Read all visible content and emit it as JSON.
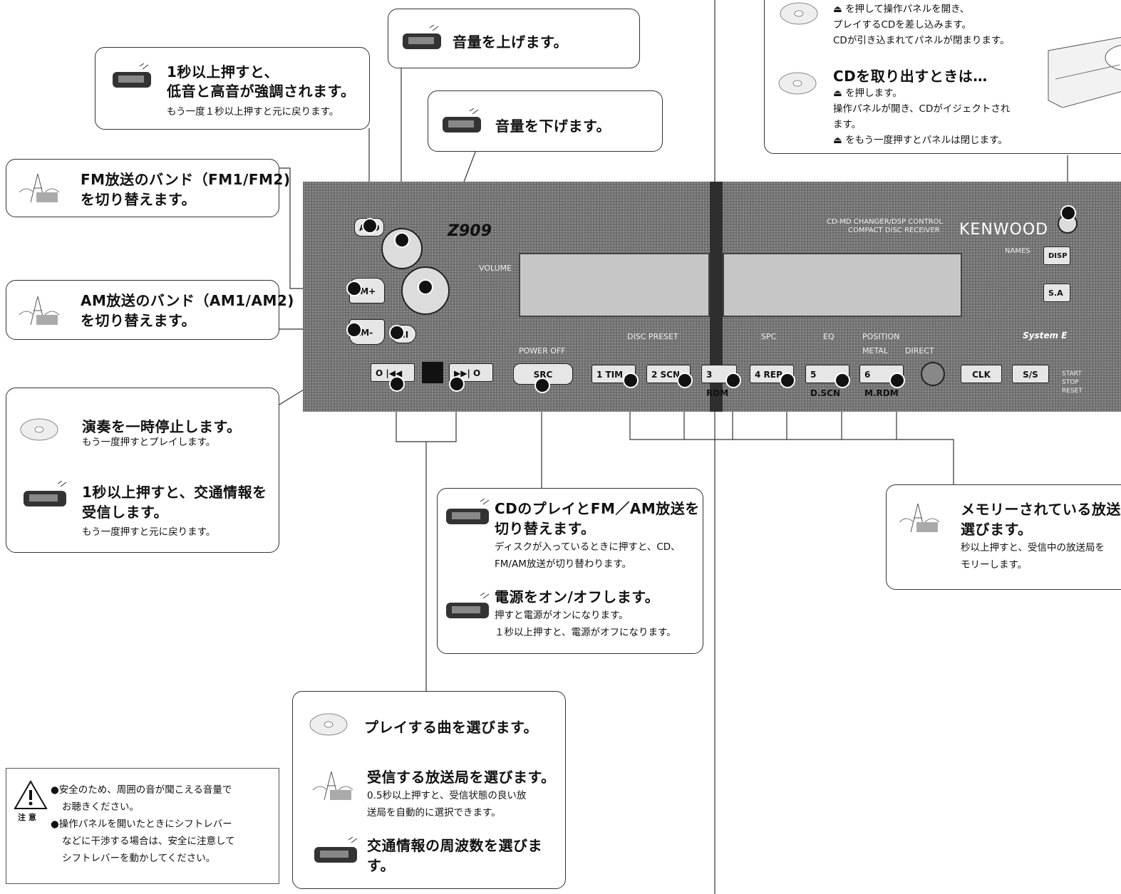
{
  "callouts": {
    "volume_up": {
      "title": "音量を上げます。"
    },
    "volume_down": {
      "title": "音量を下げます。"
    },
    "aud": {
      "title1": "1秒以上押すと、",
      "title2": "低音と高音が強調されます。",
      "note": "もう一度１秒以上押すと元に戻ります。"
    },
    "fm_band": {
      "line1": "FM放送のバンド（FM1/FM2)",
      "line2": "を切り替えます。"
    },
    "am_band": {
      "line1": "AM放送のバンド（AM1/AM2)",
      "line2": "を切り替えます。"
    },
    "pause": {
      "title": "演奏を一時停止します。",
      "note": "もう一度押すとプレイします。",
      "ti_title1": "1秒以上押すと、交通情報を",
      "ti_title2": "受信します。",
      "ti_note": "もう一度押すと元に戻ります。"
    },
    "src": {
      "title1": "CDのプレイとFM／AM放送を",
      "title2": "切り替えます。",
      "note1": "ディスクが入っているときに押すと、CD、",
      "note2": "FM/AM放送が切り替わります。",
      "power_title": "電源をオン/オフします。",
      "power_note1": "押すと電源がオンになります。",
      "power_note2": "１秒以上押すと、電源がオフになります。"
    },
    "track": {
      "cd": "プレイする曲を選びます。",
      "tuner_title": "受信する放送局を選びます。",
      "tuner_note1": "0.5秒以上押すと、受信状態の良い放",
      "tuner_note2": "送局を自動的に選択できます。",
      "ti_title1": "交通情報の周波数を選びま",
      "ti_title2": "す。"
    },
    "eject": {
      "line1": "を押して操作パネルを開き、",
      "line2": "プレイするCDを差し込みます。",
      "line3": "CDが引き込まれてパネルが閉まります。",
      "title": "CDを取り出すときは…",
      "n1": "を押します。",
      "n2": "操作パネルが開き、CDがイジェクトされ",
      "n3": "ます。",
      "n4": "をもう一度押すとパネルは閉じます。"
    },
    "preset": {
      "title1": "メモリーされている放送",
      "title2": "選びます。",
      "note1": "秒以上押すと、受信中の放送局を",
      "note2": "モリーします。"
    }
  },
  "caution": {
    "label": "注 意",
    "l1": "●安全のため、周囲の音が聞こえる音量で",
    "l2": "お聴きください。",
    "l3": "●操作パネルを開いたときにシフトレバー",
    "l4": "などに干渉する場合は、安全に注意して",
    "l5": "シフトレバーを動かしてください。"
  },
  "panel": {
    "brand": "KENWOOD",
    "model": "Z909",
    "small_title1": "CD-MD CHANGER/DSP CONTROL",
    "small_title2": "COMPACT DISC RECEIVER",
    "buttons": {
      "aud": "AUD",
      "fm": "FM+",
      "am": "AM-",
      "pause": "▶II",
      "prev": "O |◀◀",
      "next": "▶▶| O",
      "src": "SRC",
      "clk": "CLK",
      "ss": "S/S",
      "disp": "DISP",
      "sa": "S.A"
    },
    "presets": [
      "1  TIM",
      "2  SCN",
      "3 RDM",
      "4  REP",
      "5 D.SCN",
      "6 M.RDM"
    ],
    "labels": {
      "volume": "VOLUME",
      "power": "POWER OFF",
      "preset": "DISC PRESET",
      "spc": "SPC",
      "eq": "EQ",
      "position": "POSITION",
      "metal": "METAL",
      "direct": "DIRECT",
      "names": "NAMES",
      "system": "System E",
      "start": "START",
      "stop": "STOP",
      "reset": "RESET"
    }
  },
  "icons": {
    "remote": "remote-control-icon",
    "cd": "cd-disc-icon",
    "tuner": "radio-tower-icon",
    "warning": "warning-icon",
    "eject": "eject-icon"
  }
}
